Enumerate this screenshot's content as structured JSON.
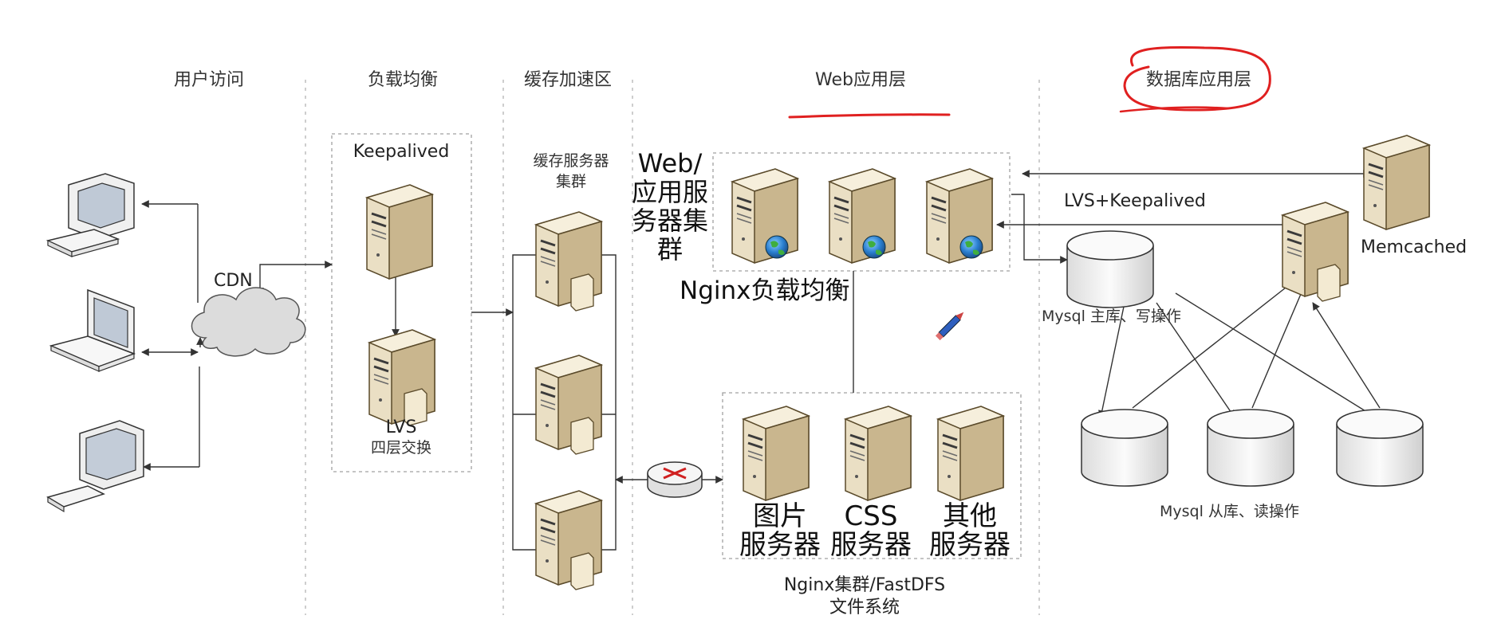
{
  "headers": {
    "user_access": "用户访问",
    "load_balance": "负载均衡",
    "cache_zone": "缓存加速区",
    "web_layer": "Web应用层",
    "db_layer": "数据库应用层"
  },
  "labels": {
    "cdn": "CDN",
    "keepalived": "Keepalived",
    "lvs": "LVS",
    "lvs_sub": "四层交换",
    "cache_cluster_1": "缓存服务器",
    "cache_cluster_2": "集群",
    "web_cluster_1": "Web/",
    "web_cluster_2": "应用服",
    "web_cluster_3": "务器集",
    "web_cluster_4": "群",
    "nginx_lb": "Nginx负载均衡",
    "img_server_1": "图片",
    "img_server_2": "服务器",
    "css_server_1": "CSS",
    "css_server_2": "服务器",
    "other_server_1": "其他",
    "other_server_2": "服务器",
    "fs_1": "Nginx集群/FastDFS",
    "fs_2": "文件系统",
    "lvs_keepalived": "LVS+Keepalived",
    "memcached": "Memcached",
    "mysql_master": "Mysql  主库、写操作",
    "mysql_slave": "Mysql  从库、读操作"
  },
  "colors": {
    "annotation_red": "#e02020",
    "server_body": "#eadfc4",
    "server_top": "#f6efdc",
    "server_side": "#c9b68e",
    "disk_fill": "#f2f2f2",
    "line": "#333333",
    "dash": "#9a9a9a"
  },
  "icons": [
    "desktop-computer-icon",
    "laptop-icon",
    "crt-computer-icon",
    "cloud-icon",
    "server-icon",
    "globe-icon",
    "router-icon",
    "database-icon",
    "pencil-icon"
  ]
}
